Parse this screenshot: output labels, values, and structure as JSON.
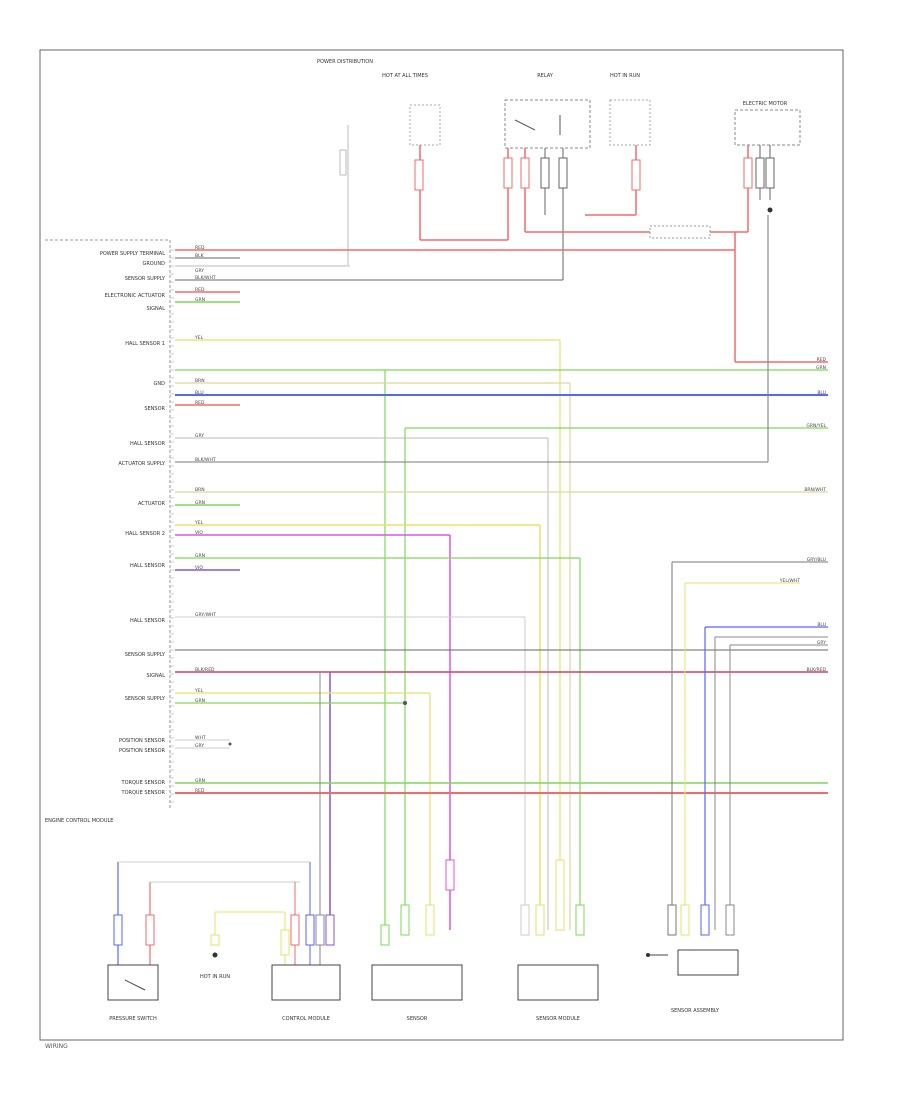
{
  "diagram": {
    "footer": "WIRING",
    "ecm_note": "ENGINE CONTROL MODULE",
    "left_labels": [
      "POWER SUPPLY TERMINAL",
      "GROUND",
      "SENSOR SUPPLY",
      "ELECTRONIC ACTUATOR",
      "SIGNAL",
      "HALL SENSOR 1",
      "GND",
      "SENSOR",
      "HALL SENSOR",
      "ACTUATOR SUPPLY",
      "ACTUATOR",
      "HALL SENSOR 2",
      "HALL SENSOR",
      "HALL SENSOR",
      "SENSOR SUPPLY",
      "SIGNAL",
      "SENSOR SUPPLY",
      "POSITION SENSOR",
      "POSITION SENSOR",
      "TORQUE SENSOR",
      "TORQUE SENSOR"
    ],
    "top_components": [
      "POWER DISTRIBUTION",
      "HOT AT ALL TIMES",
      "RELAY",
      "HOT IN RUN",
      "ELECTRIC MOTOR"
    ],
    "bottom_components": [
      "PRESSURE SWITCH",
      "HOT IN RUN",
      "CONTROL MODULE",
      "SENSOR",
      "SENSOR MODULE",
      "SENSOR ASSEMBLY"
    ],
    "wire_labels": [
      "RED",
      "BLK",
      "GRY",
      "BLK/WHT",
      "RED",
      "GRN",
      "YEL",
      "BRN",
      "BLU",
      "RED",
      "GRY",
      "BLK/WHT",
      "BRN",
      "GRN",
      "YEL",
      "VIO",
      "GRN",
      "VIO",
      "GRY/WHT",
      "BLK/RED",
      "YEL",
      "GRN",
      "WHT",
      "GRY",
      "GRN",
      "RED"
    ],
    "right_labels": [
      "RED",
      "GRN",
      "BLU",
      "GRN/YEL",
      "BRN/WHT",
      "GRY/BLU",
      "YEL/WHT",
      "BLU",
      "GRY",
      "BLK/RED"
    ],
    "colors": {
      "red": "#f26b6b",
      "green": "#7ed957",
      "blue": "#5566ff",
      "yellow": "#e8e06a",
      "magenta": "#e055e0",
      "gray": "#888888",
      "violet": "#8855cc"
    }
  }
}
